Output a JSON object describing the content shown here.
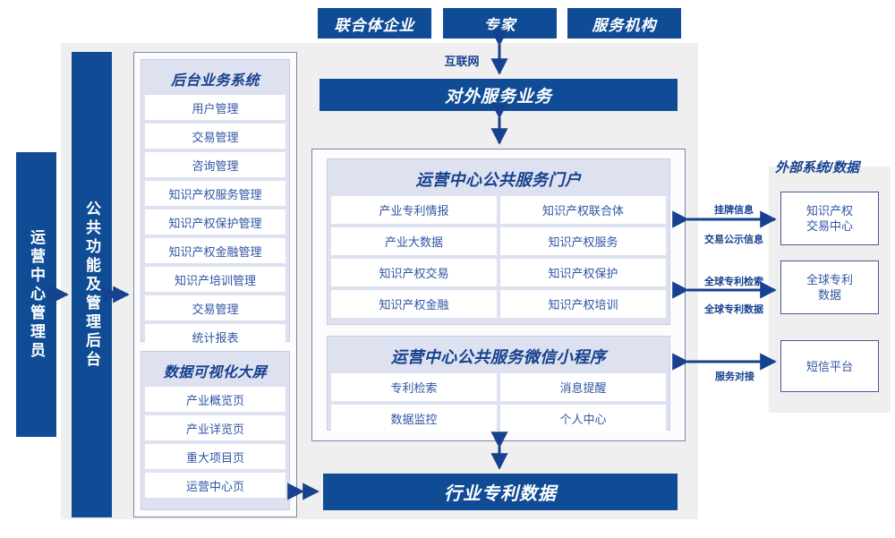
{
  "diagram": {
    "title": "Operation Center Platform Architecture",
    "colors": {
      "primary_blue": "#0F4C95",
      "text_blue": "#2F55A4",
      "title_blue": "#16418E",
      "group_bg": "#DDE1F0",
      "panel_bg": "#EFEFEF",
      "frame_border": "#7D84B0"
    }
  },
  "top_actors": [
    {
      "label": "联合体企业"
    },
    {
      "label": "专家"
    },
    {
      "label": "服务机构"
    }
  ],
  "internet_link": {
    "label": "互联网"
  },
  "external_service": {
    "label": "对外服务业务"
  },
  "left_bars": [
    {
      "label": "运营中心管理员"
    },
    {
      "label": "公共功能及管理后台"
    }
  ],
  "backend_group": {
    "title": "后台业务系统",
    "items": [
      {
        "label": "用户管理"
      },
      {
        "label": "交易管理"
      },
      {
        "label": "咨询管理"
      },
      {
        "label": "知识产权服务管理"
      },
      {
        "label": "知识产权保护管理"
      },
      {
        "label": "知识产权金融管理"
      },
      {
        "label": "知识产培训管理"
      },
      {
        "label": "交易管理"
      },
      {
        "label": "统计报表"
      }
    ]
  },
  "visualization_group": {
    "title": "数据可视化大屏",
    "items": [
      {
        "label": "产业概览页"
      },
      {
        "label": "产业详览页"
      },
      {
        "label": "重大项目页"
      },
      {
        "label": "运营中心页"
      }
    ]
  },
  "portal_group": {
    "title": "运营中心公共服务门户",
    "items": [
      {
        "label": "产业专利情报"
      },
      {
        "label": "知识产权联合体"
      },
      {
        "label": "产业大数据"
      },
      {
        "label": "知识产权服务"
      },
      {
        "label": "知识产权交易"
      },
      {
        "label": "知识产权保护"
      },
      {
        "label": "知识产权金融"
      },
      {
        "label": "知识产权培训"
      }
    ]
  },
  "miniapp_group": {
    "title": "运营中心公共服务微信小程序",
    "items": [
      {
        "label": "专利检索"
      },
      {
        "label": "消息提醒"
      },
      {
        "label": "数据监控"
      },
      {
        "label": "个人中心"
      }
    ]
  },
  "industry_data": {
    "label": "行业专利数据"
  },
  "external_panel": {
    "title": "外部系统/数据",
    "items": [
      {
        "label": "知识产权\n交易中心",
        "line1": "知识产权",
        "line2": "交易中心"
      },
      {
        "label": "全球专利\n数据",
        "line1": "全球专利",
        "line2": "数据"
      },
      {
        "label": "短信平台",
        "line1": "短信平台",
        "line2": ""
      }
    ],
    "link_labels": [
      {
        "above": "挂牌信息",
        "below": "交易公示信息"
      },
      {
        "above": "全球专利检索",
        "below": "全球专利数据"
      },
      {
        "above": "",
        "below": "服务对接"
      }
    ]
  }
}
